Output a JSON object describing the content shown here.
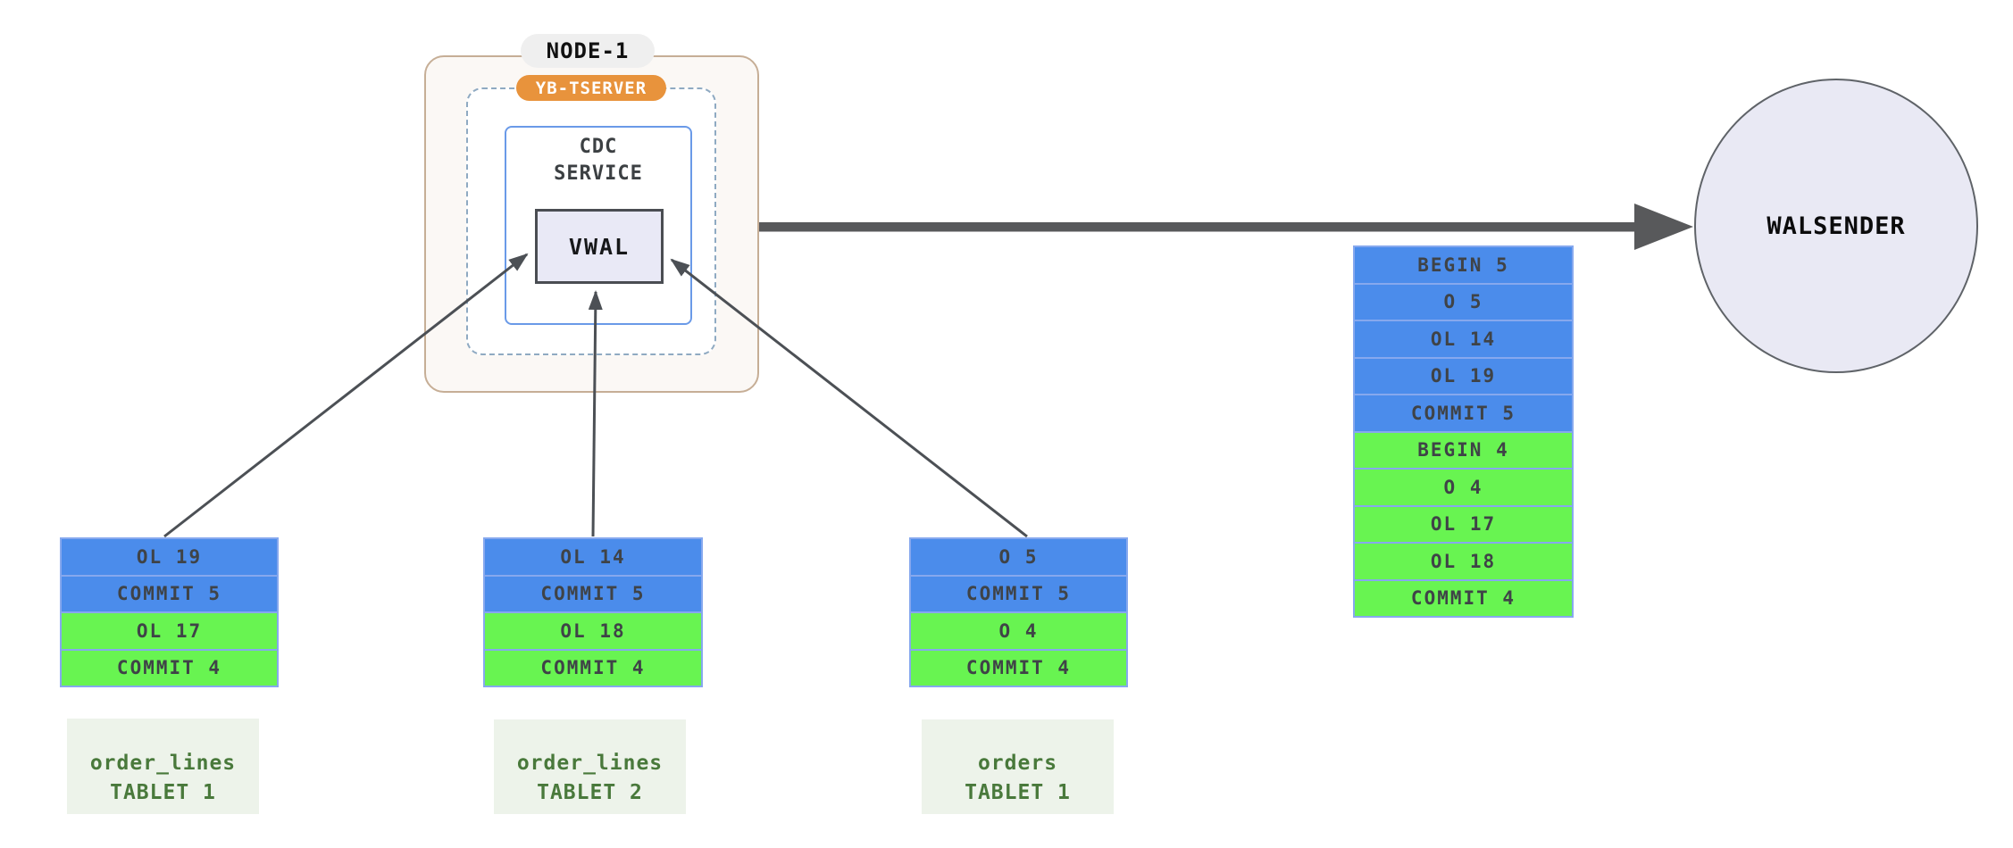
{
  "node": {
    "label": "NODE-1",
    "tserver": {
      "label": "YB-TSERVER"
    },
    "cdc_service": {
      "line1": "CDC",
      "line2": "SERVICE"
    },
    "vwal": {
      "label": "VWAL"
    }
  },
  "walsender": {
    "label": "WALSENDER"
  },
  "wal_stream": {
    "rows": [
      {
        "label": "BEGIN 5",
        "txn": "blue"
      },
      {
        "label": "O 5",
        "txn": "blue"
      },
      {
        "label": "OL 14",
        "txn": "blue"
      },
      {
        "label": "OL 19",
        "txn": "blue"
      },
      {
        "label": "COMMIT 5",
        "txn": "blue"
      },
      {
        "label": "BEGIN 4",
        "txn": "green"
      },
      {
        "label": "O 4",
        "txn": "green"
      },
      {
        "label": "OL 17",
        "txn": "green"
      },
      {
        "label": "OL 18",
        "txn": "green"
      },
      {
        "label": "COMMIT 4",
        "txn": "green"
      }
    ]
  },
  "tablets": [
    {
      "name_line1": "order_lines",
      "name_line2": "TABLET 1",
      "rows": [
        {
          "label": "OL 19",
          "txn": "blue"
        },
        {
          "label": "COMMIT 5",
          "txn": "blue"
        },
        {
          "label": "OL 17",
          "txn": "green"
        },
        {
          "label": "COMMIT 4",
          "txn": "green"
        }
      ]
    },
    {
      "name_line1": "order_lines",
      "name_line2": "TABLET 2",
      "rows": [
        {
          "label": "OL 14",
          "txn": "blue"
        },
        {
          "label": "COMMIT 5",
          "txn": "blue"
        },
        {
          "label": "OL 18",
          "txn": "green"
        },
        {
          "label": "COMMIT 4",
          "txn": "green"
        }
      ]
    },
    {
      "name_line1": "orders",
      "name_line2": "TABLET 1",
      "rows": [
        {
          "label": "O 5",
          "txn": "blue"
        },
        {
          "label": "COMMIT 5",
          "txn": "blue"
        },
        {
          "label": "O 4",
          "txn": "green"
        },
        {
          "label": "COMMIT 4",
          "txn": "green"
        }
      ]
    }
  ],
  "colors": {
    "committed_blue": "#4b8ceb",
    "uncommitted_green": "#68f451",
    "cell_border": "#86a8ee",
    "cell_text": "#3f4347",
    "node_border": "#c6ae96",
    "node_fill": "#fbf8f5",
    "dashed_border": "#8faac2",
    "cdc_border": "#6a9ae8",
    "box_fill": "#e9e9f6",
    "circle_fill": "#e9e9f4",
    "circle_border": "#5f6368",
    "tserver_bg": "#e8933c",
    "pill_bg": "#efefef",
    "label_bg": "#edf3ea",
    "label_text": "#49793b",
    "arrow": "#4c5055",
    "thick_arrow": "#58595b"
  }
}
